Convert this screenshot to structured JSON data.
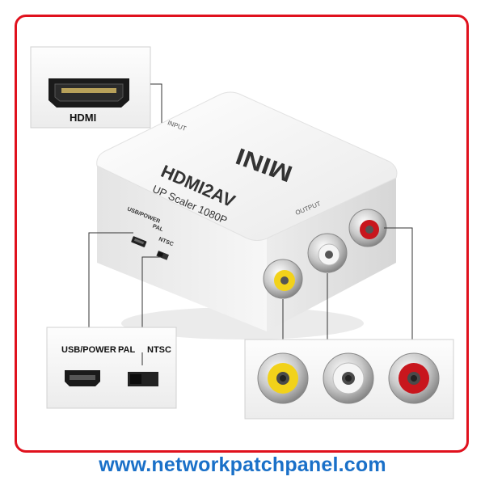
{
  "device": {
    "brand_logo": "MINI",
    "model": "HDMI2AV",
    "subtitle": "UP Scaler 1080P",
    "input_label": "INPUT",
    "output_label": "OUTPUT",
    "side_usb_label": "USB/POWER",
    "side_pal_label": "PAL",
    "side_ntsc_label": "NTSC",
    "body_color": "#f4f4f4"
  },
  "callouts": {
    "hdmi_label": "HDMI",
    "usb_label": "USB/POWER",
    "pal_label": "PAL",
    "ntsc_label": "NTSC"
  },
  "rca_colors": {
    "video": "#f2d21a",
    "audio_left": "#f5f5f5",
    "audio_right": "#c8161d"
  },
  "footer": {
    "website": "www.networkpatchpanel.com"
  },
  "colors": {
    "frame_border": "#e0111d",
    "website_text": "#1a70c8"
  }
}
